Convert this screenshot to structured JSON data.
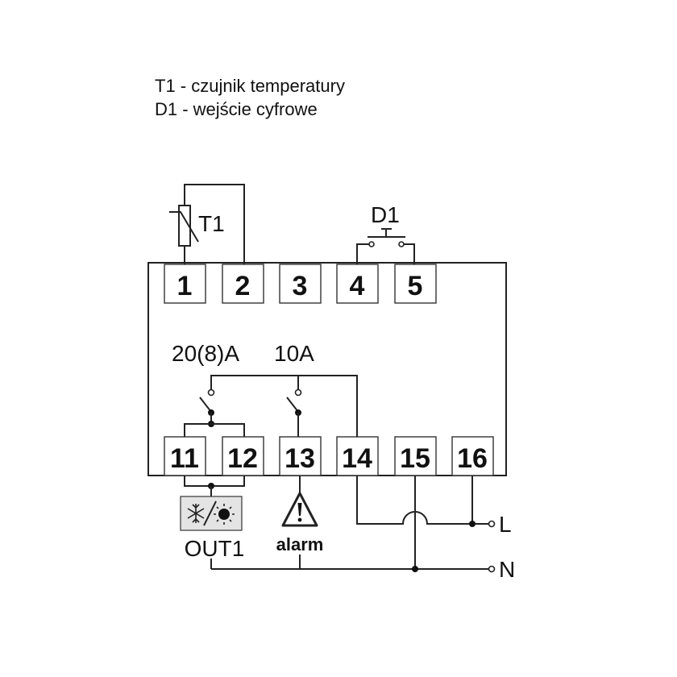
{
  "legend": {
    "line1": "T1 - czujnik temperatury",
    "line2": "D1 - wejście cyfrowe"
  },
  "labels": {
    "sensor": "T1",
    "digital_input": "D1",
    "relay1_rating": "20(8)A",
    "relay2_rating": "10A",
    "out1": "OUT1",
    "alarm": "alarm",
    "line": "L",
    "neutral": "N"
  },
  "terminals_top": [
    "1",
    "2",
    "3",
    "4",
    "5"
  ],
  "terminals_bottom": [
    "11",
    "12",
    "13",
    "14",
    "15",
    "16"
  ],
  "icons": {
    "out1_symbol": "snowflake-sun-icon",
    "alarm_symbol": "warning-triangle-icon"
  }
}
